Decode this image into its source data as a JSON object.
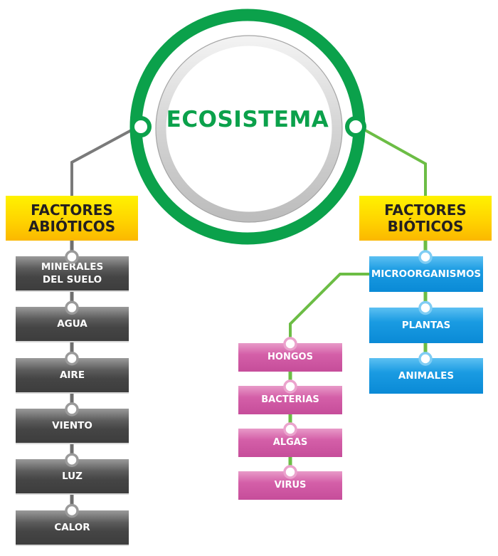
{
  "diagram": {
    "title": "ECOSISTEMA",
    "colors": {
      "ring": "#0ba14b",
      "abiotic_line": "#7a7a7a",
      "biotic_line": "#6cbd45",
      "header": "#ffd400",
      "abiotic_box": "#454545",
      "biotic_box": "#0a8ad6",
      "micro_box": "#c64d9a"
    },
    "abiotic": {
      "label": "FACTORES ABIÓTICOS",
      "label_line1": "FACTORES",
      "label_line2": "ABIÓTICOS",
      "items": [
        {
          "line1": "MINERALES",
          "line2": "DEL SUELO"
        },
        {
          "line1": "AGUA"
        },
        {
          "line1": "AIRE"
        },
        {
          "line1": "VIENTO"
        },
        {
          "line1": "LUZ"
        },
        {
          "line1": "CALOR"
        }
      ]
    },
    "biotic": {
      "label": "FACTORES BIÓTICOS",
      "label_line1": "FACTORES",
      "label_line2": "BIÓTICOS",
      "items": [
        {
          "line1": "MICROORGANISMOS"
        },
        {
          "line1": "PLANTAS"
        },
        {
          "line1": "ANIMALES"
        }
      ],
      "microorganisms": {
        "items": [
          {
            "line1": "HONGOS"
          },
          {
            "line1": "BACTERIAS"
          },
          {
            "line1": "ALGAS"
          },
          {
            "line1": "VIRUS"
          }
        ]
      }
    }
  }
}
